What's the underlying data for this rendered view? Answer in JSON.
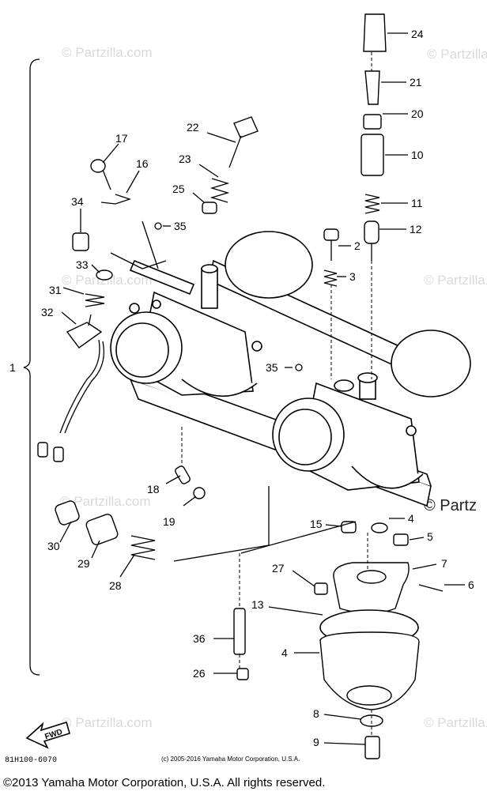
{
  "watermarks": [
    "© Partzilla.com",
    "© Partz"
  ],
  "assembly_label": "1",
  "callouts": [
    "24",
    "21",
    "20",
    "10",
    "11",
    "12",
    "2",
    "3",
    "22",
    "23",
    "25",
    "17",
    "16",
    "34",
    "35",
    "33",
    "31",
    "32",
    "18",
    "19",
    "30",
    "29",
    "28",
    "15",
    "4",
    "5",
    "7",
    "6",
    "27",
    "13",
    "36",
    "26",
    "8",
    "9"
  ],
  "part_code": "81H100-6070",
  "copyright_small": "(c) 2005-2016 Yamaha Motor Corporation, U.S.A.",
  "copyright_footer": "©2013 Yamaha Motor Corporation, U.S.A. All rights reserved.",
  "fwd_label": "FWD"
}
